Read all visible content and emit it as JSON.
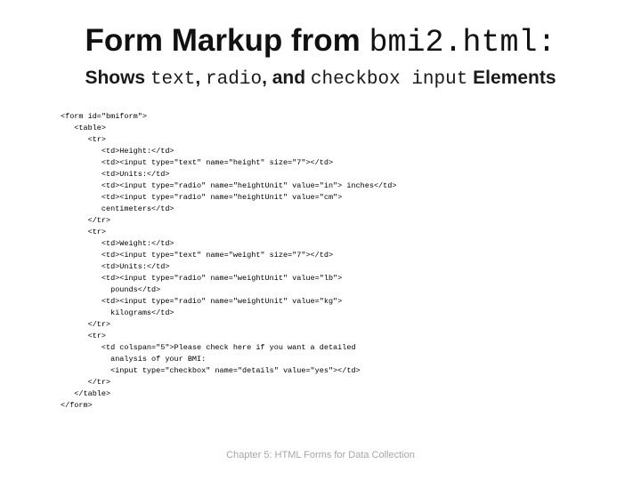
{
  "slide": {
    "title": {
      "prefix": "Form Markup from ",
      "code": "bmi2.html:"
    },
    "subtitle": {
      "parts": [
        {
          "text": "Shows ",
          "mono": false
        },
        {
          "text": "text",
          "mono": true
        },
        {
          "text": ", ",
          "mono": false
        },
        {
          "text": "radio",
          "mono": true
        },
        {
          "text": ", and ",
          "mono": false
        },
        {
          "text": "checkbox input",
          "mono": true
        },
        {
          "text": " Elements",
          "mono": false
        }
      ]
    },
    "code_lines": [
      "<form id=\"bmiform\">",
      "   <table>",
      "      <tr>",
      "         <td>Height:</td>",
      "         <td><input type=\"text\" name=\"height\" size=\"7\"></td>",
      "         <td>Units:</td>",
      "         <td><input type=\"radio\" name=\"heightUnit\" value=\"in\"> inches</td>",
      "         <td><input type=\"radio\" name=\"heightUnit\" value=\"cm\">",
      "         centimeters</td>",
      "      </tr>",
      "      <tr>",
      "         <td>Weight:</td>",
      "         <td><input type=\"text\" name=\"weight\" size=\"7\"></td>",
      "         <td>Units:</td>",
      "         <td><input type=\"radio\" name=\"weightUnit\" value=\"lb\">",
      "           pounds</td>",
      "         <td><input type=\"radio\" name=\"weightUnit\" value=\"kg\">",
      "           kilograms</td>",
      "      </tr>",
      "      <tr>",
      "         <td colspan=\"5\">Please check here if you want a detailed",
      "           analysis of your BMI:",
      "           <input type=\"checkbox\" name=\"details\" value=\"yes\"></td>",
      "      </tr>",
      "   </table>",
      "</form>"
    ],
    "footer": "Chapter 5: HTML Forms for Data Collection",
    "colors": {
      "background": "#ffffff",
      "title_text": "#111111",
      "subtitle_text": "#1a1a1a",
      "code_text": "#000000",
      "footer_text": "#a6a6a6"
    }
  }
}
